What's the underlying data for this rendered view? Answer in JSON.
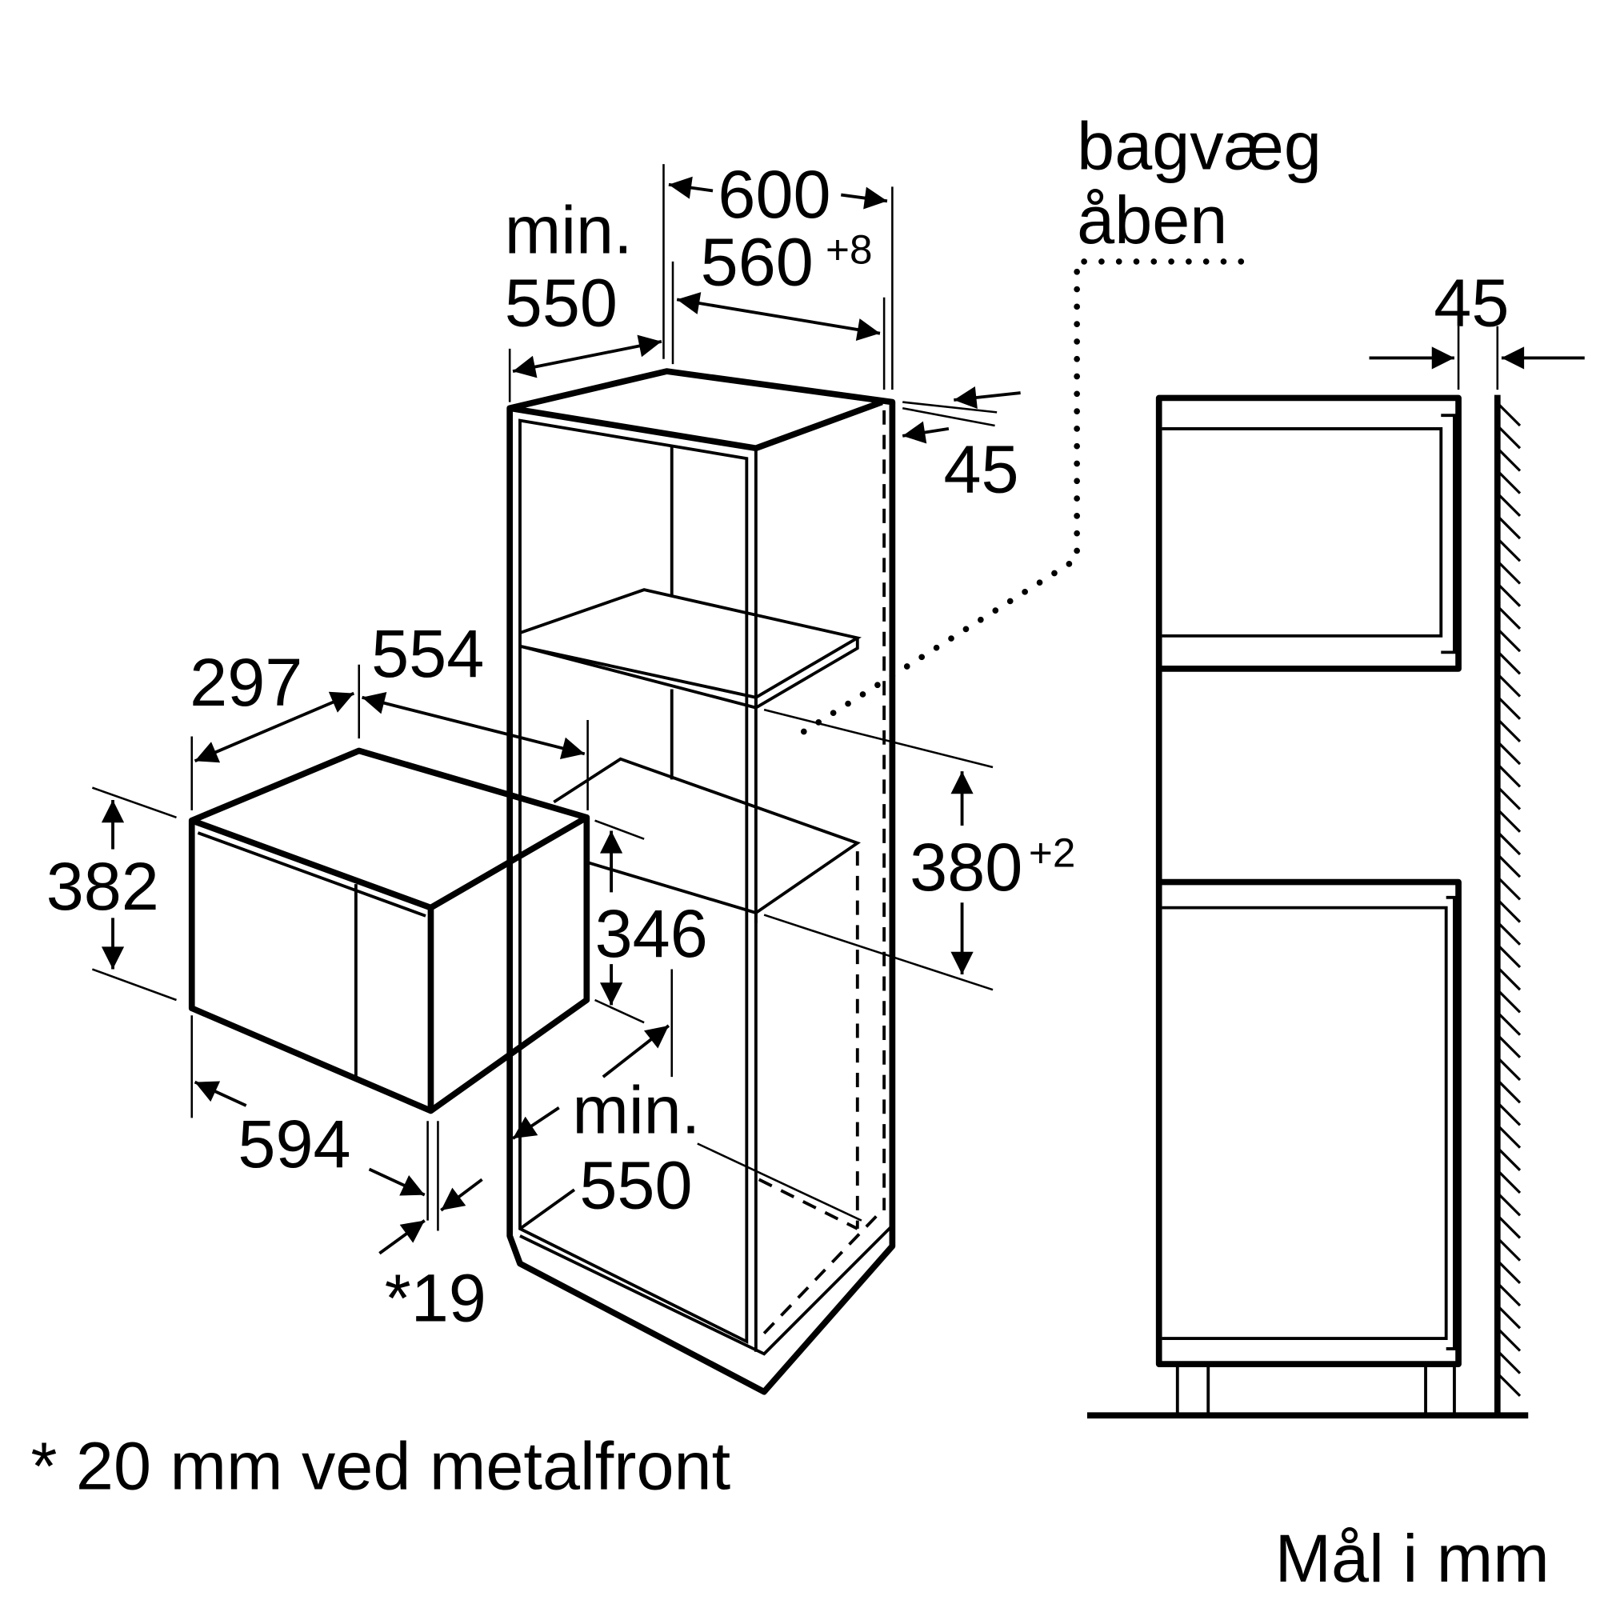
{
  "labels": {
    "cabinet_depth_min": "min.",
    "cabinet_depth_value": "550",
    "cabinet_width": "600",
    "niche_width": "560",
    "niche_width_tol": "+8",
    "rear_wall_line1": "bagvæg",
    "rear_wall_line2": "åben",
    "rear_gap_side": "45",
    "rear_gap_top": "45",
    "appliance_depth": "297",
    "appliance_depth_inner": "554",
    "appliance_height": "382",
    "appliance_inner_height": "346",
    "niche_height": "380",
    "niche_height_tol": "+2",
    "appliance_width": "594",
    "niche_depth_min": "min.",
    "niche_depth_value": "550",
    "front_offset": "*19",
    "footnote": "* 20 mm ved metalfront",
    "units": "Mål i mm"
  }
}
